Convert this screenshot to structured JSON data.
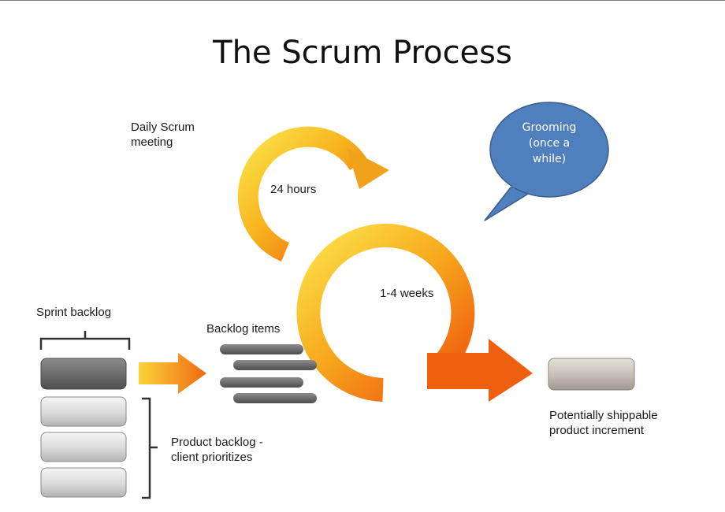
{
  "title": "The Scrum Process",
  "labels": {
    "daily_scrum_line1": "Daily Scrum",
    "daily_scrum_line2": "meeting",
    "hours": "24 hours",
    "weeks": "1-4 weeks",
    "sprint_backlog": "Sprint backlog",
    "backlog_items": "Backlog items",
    "product_backlog_line1": "Product backlog -",
    "product_backlog_line2": "client prioritizes",
    "shippable_line1": "Potentially shippable",
    "shippable_line2": "product increment"
  },
  "callout": {
    "line1": "Grooming",
    "line2": "(once a",
    "line3": "while)"
  },
  "colors": {
    "arrow_yellow": "#f7c51e",
    "arrow_orange": "#f0620e",
    "callout_fill": "#4f7fbc",
    "callout_stroke": "#385d8a",
    "bar_dark": "#6b6b6b",
    "bar_light": "#d9d9d9"
  }
}
